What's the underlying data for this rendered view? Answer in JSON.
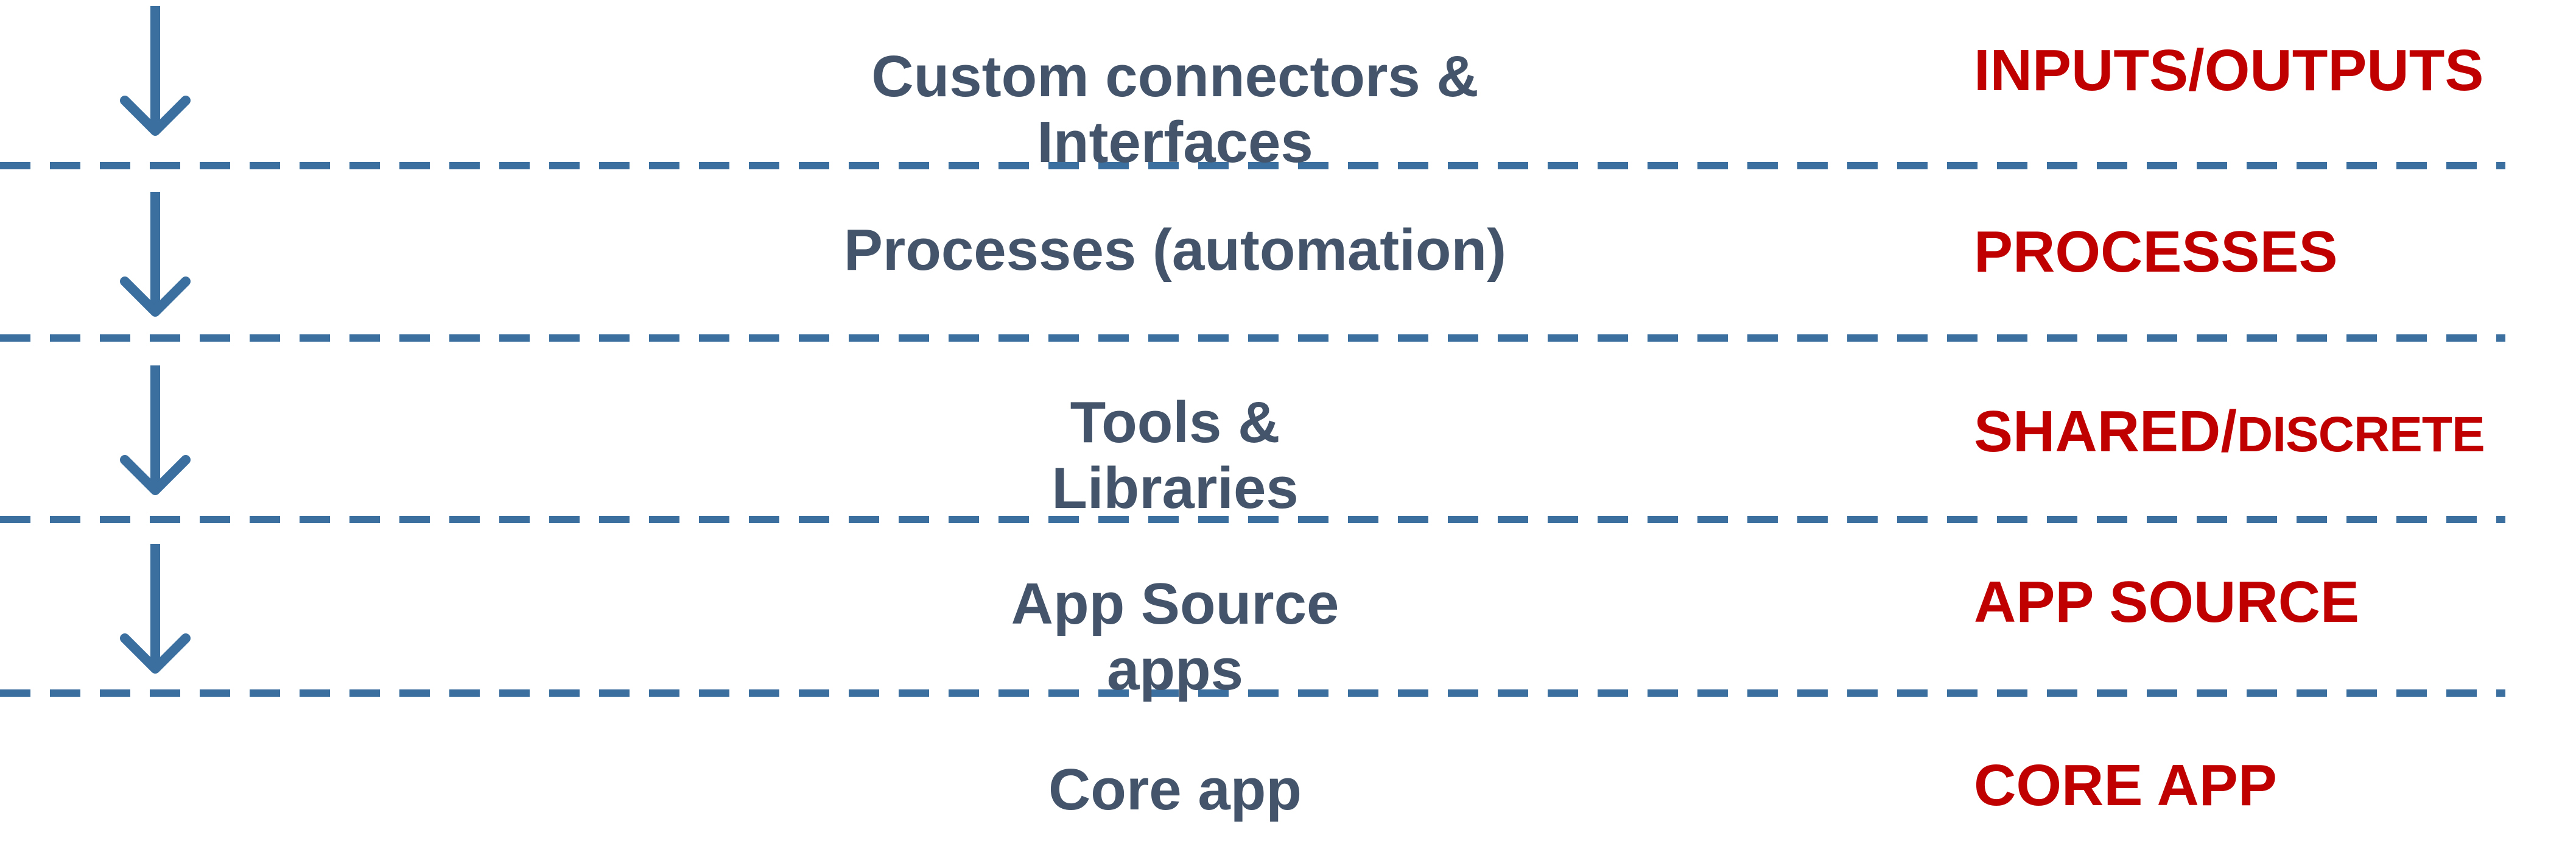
{
  "colors": {
    "label_text": "#44546a",
    "tag_text": "#c00000",
    "divider": "#3a6f9f",
    "arrow": "#3a6f9f"
  },
  "layers": [
    {
      "label": "Custom connectors & Interfaces",
      "tag": "INPUTS/OUTPUTS",
      "arrow_icon": "arrow-down-icon"
    },
    {
      "label": "Processes (automation)",
      "tag": "PROCESSES",
      "arrow_icon": "arrow-down-icon"
    },
    {
      "label": "Tools &\nLibraries",
      "tag_primary": "SHARED/",
      "tag_secondary": "DISCRETE",
      "arrow_icon": "arrow-down-icon"
    },
    {
      "label": "App Source\napps",
      "tag": "APP SOURCE",
      "arrow_icon": "arrow-down-icon"
    },
    {
      "label": "Core app",
      "tag": "CORE APP"
    }
  ]
}
